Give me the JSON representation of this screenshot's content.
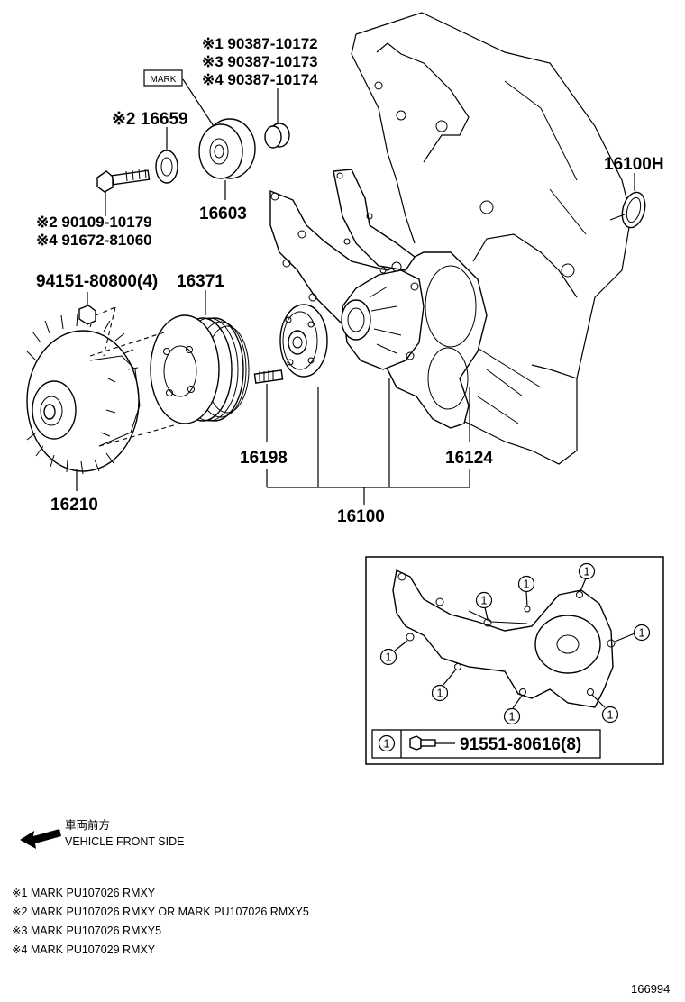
{
  "callouts": {
    "top_bolt_1": "※1 90387-10172",
    "top_bolt_3": "※3 90387-10173",
    "top_bolt_4": "※4 90387-10174",
    "mark_box": "MARK",
    "idler_cover": "※2 16659",
    "idler_pulley": "16603",
    "bolt_2": "※2 90109-10179",
    "bolt_4": "※4 91672-81060",
    "nut": "94151-80800(4)",
    "fan_pulley": "16371",
    "gasket_h": "16100H",
    "stud": "16198",
    "pump_gasket": "16124",
    "fan_coupling": "16210",
    "pump_assy": "16100"
  },
  "detail": {
    "circle_marker": "1",
    "legend_marker": "1",
    "legend_part": "91551-80616(8)"
  },
  "direction": {
    "jp": "車両前方",
    "en": "VEHICLE FRONT SIDE"
  },
  "notes": [
    "※1 MARK PU107026 RMXY",
    "※2 MARK PU107026 RMXY OR MARK PU107026 RMXY5",
    "※3 MARK PU107026 RMXY5",
    "※4 MARK PU107029 RMXY"
  ],
  "illustration_id": "166994"
}
